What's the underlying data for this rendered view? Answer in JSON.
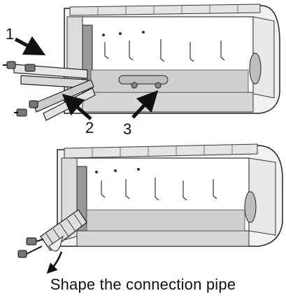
{
  "figure": {
    "callouts": [
      {
        "label": "1"
      },
      {
        "label": "2"
      },
      {
        "label": "3"
      }
    ],
    "caption": "Shape the connection pipe"
  }
}
